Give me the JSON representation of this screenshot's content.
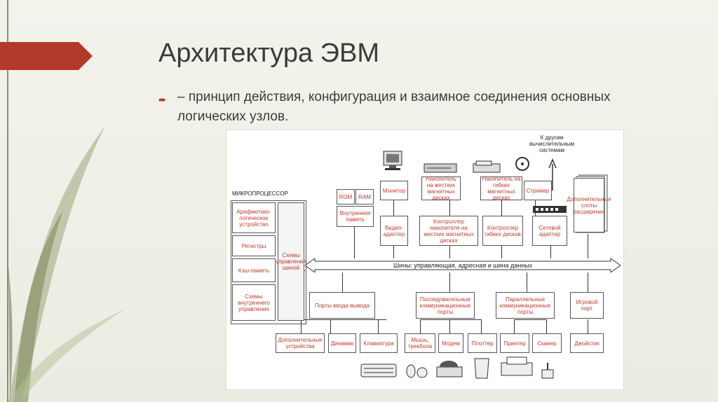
{
  "title": "Архитектура ЭВМ",
  "bullet": "– принцип действия, конфигурация и взаимное соединения основных логических узлов.",
  "colors": {
    "accent": "#b23a2a",
    "text": "#3b3b3b",
    "line": "#8a8f73"
  },
  "diagram": {
    "cpu_title": "МИКРОПРОЦЕССОР",
    "cpu_alu": "Арифметико-логическое устройство",
    "cpu_regs": "Регистры",
    "cpu_cache": "Кэш-память",
    "cpu_internal": "Схемы внутреннего управления",
    "cpu_bus_ctrl": "Схемы управления шиной",
    "rom": "ROM",
    "ram": "RAM",
    "internal_mem": "Внутренняя память",
    "monitor": "Монитор",
    "hdd": "Накопитель на жестких магнитных дисках",
    "fdd": "Накопитель на гибких магнитных дисках",
    "streamer": "Стример",
    "other_systems": "К другим вычислительным системам",
    "extra_slots": "Дополнительные слоты расширения",
    "video_adapter": "Видео-адаптер",
    "hdd_ctrl": "Контроллер накопителя на жестких магнитных дисках",
    "fdd_ctrl": "Контроллер гибких дисков",
    "net_adapter": "Сетевой адаптер",
    "bus": "Шины: управляющая, адресная и шина данных",
    "io_ports": "Порты ввода-вывода",
    "serial_ports": "Последовательные коммуникационные порты",
    "parallel_ports": "Параллельные коммуникационные порты",
    "game_port": "Игровой порт",
    "extra_devices": "Дополнительные устройства",
    "speaker": "Динамик",
    "keyboard": "Клавиатура",
    "mouse": "Мышь, трекбола",
    "modem": "Модем",
    "plotter": "Плоттер",
    "printer": "Принтер",
    "scanner": "Сканер",
    "joystick": "Джойстик"
  }
}
